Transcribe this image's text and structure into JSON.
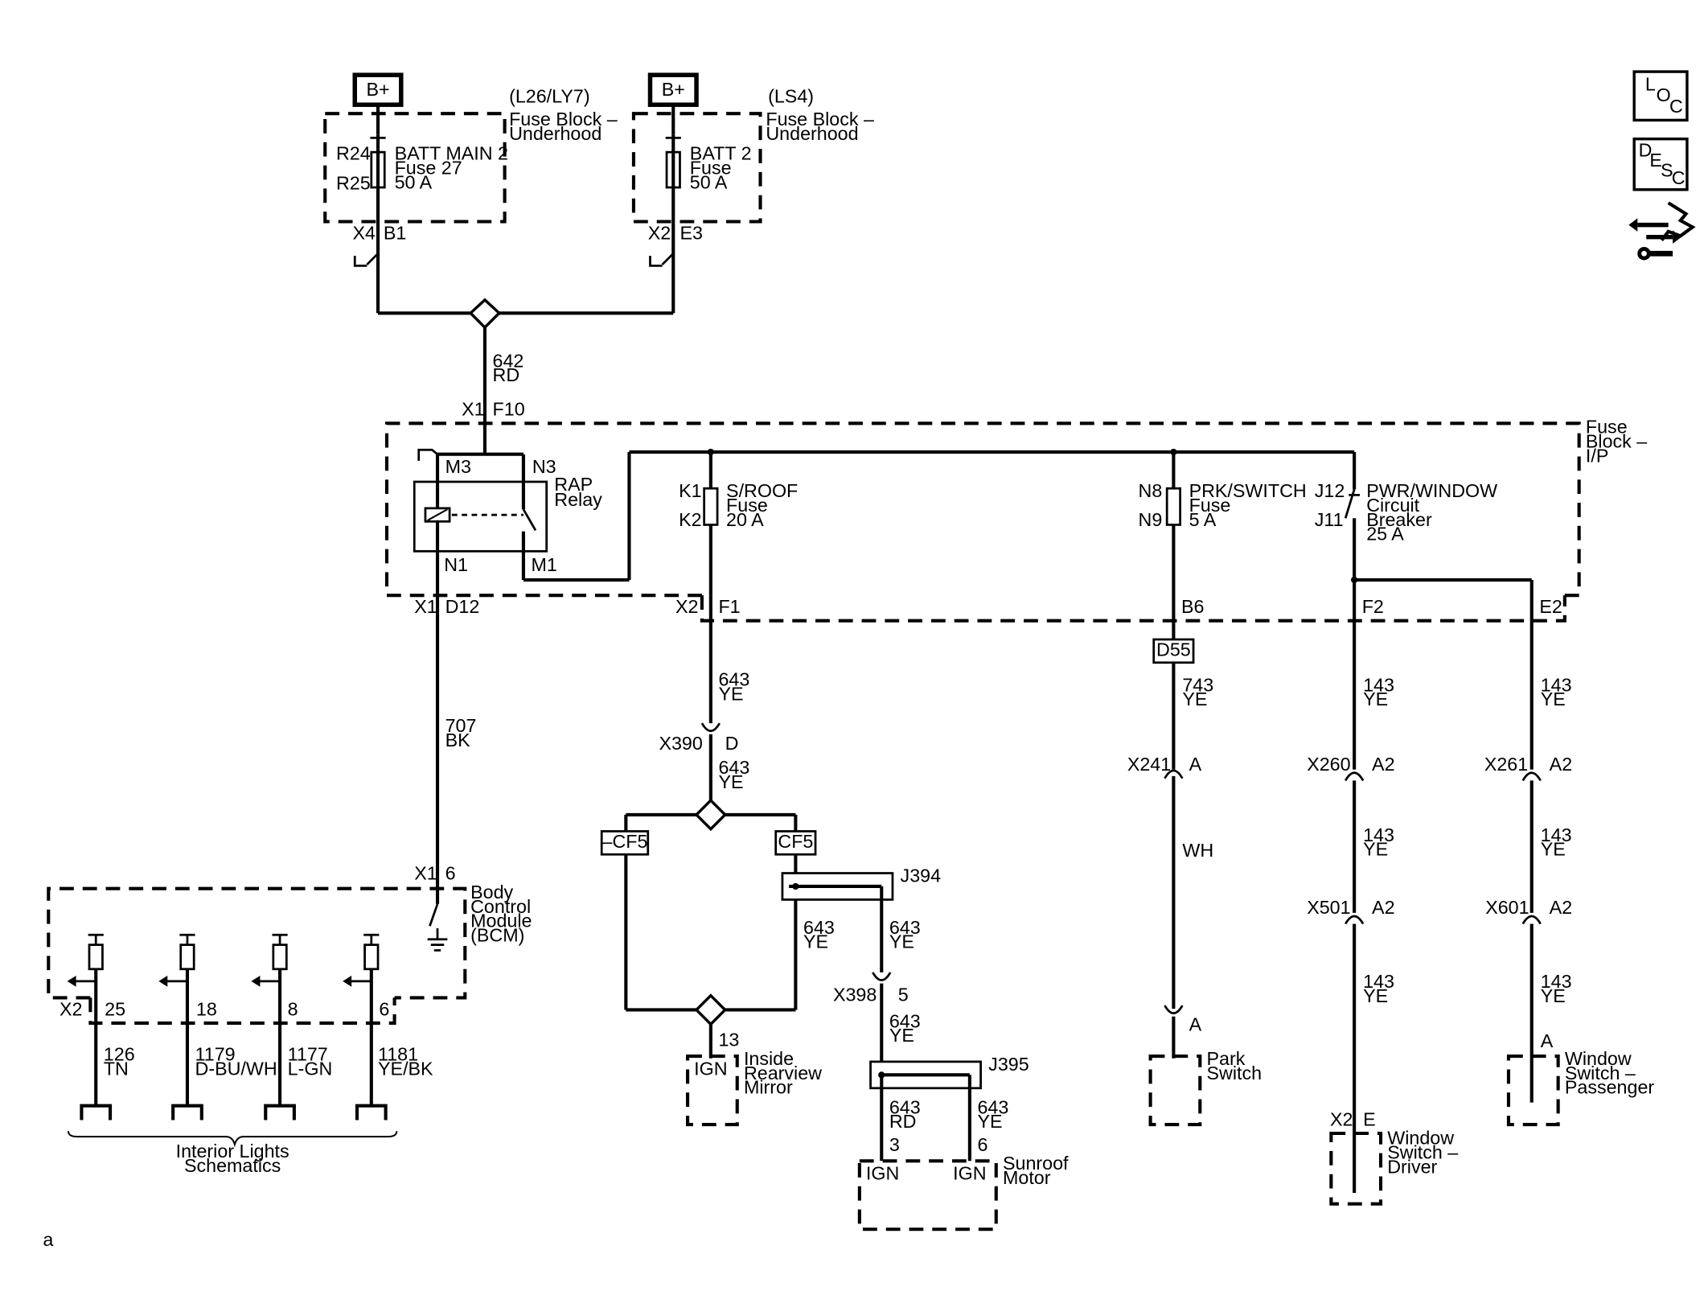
{
  "battery": {
    "label": "B+"
  },
  "fuse_block_underhood_l26": {
    "engine_option": "(L26/LY7)",
    "name_line1": "Fuse Block –",
    "name_line2": "Underhood",
    "term_top": "R24",
    "term_bottom": "R25",
    "fuse_line1": "BATT MAIN 2",
    "fuse_line2": "Fuse 27",
    "fuse_line3": "50 A",
    "connector": "X4",
    "pin": "B1"
  },
  "fuse_block_underhood_ls4": {
    "engine_option": "(LS4)",
    "name_line1": "Fuse Block –",
    "name_line2": "Underhood",
    "fuse_line1": "BATT 2",
    "fuse_line2": "Fuse",
    "fuse_line3": "50 A",
    "connector": "X2",
    "pin": "E3"
  },
  "feed_wire": {
    "circuit": "642",
    "color": "RD",
    "connector": "X1",
    "pin": "F10"
  },
  "fuse_block_ip": {
    "name_line1": "Fuse",
    "name_line2": "Block –",
    "name_line3": "I/P",
    "relay": {
      "pin_m3": "M3",
      "pin_n3": "N3",
      "pin_n1": "N1",
      "pin_m1": "M1",
      "name_line1": "RAP",
      "name_line2": "Relay"
    },
    "sroof_fuse": {
      "term_top": "K1",
      "term_bottom": "K2",
      "line1": "S/ROOF",
      "line2": "Fuse",
      "line3": "20 A"
    },
    "prk_fuse": {
      "term_top": "N8",
      "term_bottom": "N9",
      "line1": "PRK/SWITCH",
      "line2": "Fuse",
      "line3": "5 A"
    },
    "pwr_breaker": {
      "term_top": "J12",
      "term_bottom": "J11",
      "line1": "PWR/WINDOW",
      "line2": "Circuit",
      "line3": "Breaker",
      "line4": "25 A"
    },
    "bottom_pins": {
      "x1": "X1",
      "d12": "D12",
      "x2": "X2",
      "f1": "F1",
      "b6": "B6",
      "f2": "F2",
      "e2": "E2"
    }
  },
  "ground_wire": {
    "circuit": "707",
    "color": "BK"
  },
  "bcm": {
    "connector": "X1",
    "pin": "6",
    "name_line1": "Body",
    "name_line2": "Control",
    "name_line3": "Module",
    "name_line4": "(BCM)",
    "x2": "X2",
    "outputs": [
      {
        "pin": "25",
        "circuit": "126",
        "color": "TN"
      },
      {
        "pin": "18",
        "circuit": "1179",
        "color": "D-BU/WH"
      },
      {
        "pin": "8",
        "circuit": "1177",
        "color": "L-GN"
      },
      {
        "pin": "6",
        "circuit": "1181",
        "color": "YE/BK"
      }
    ],
    "brace_line1": "Interior Lights",
    "brace_line2": "Schematics"
  },
  "sunroof_branch": {
    "w1_circuit": "643",
    "w1_color": "YE",
    "x390": "X390",
    "x390_pin": "D",
    "w2_circuit": "643",
    "w2_color": "YE",
    "option_minus": "–CF5",
    "option_plus": "CF5",
    "splice1": "J394",
    "w3_circuit": "643",
    "w3_color": "YE",
    "w4_circuit": "643",
    "w4_color": "YE",
    "mirror_pin": "13",
    "mirror_ign": "IGN",
    "mirror_line1": "Inside",
    "mirror_line2": "Rearview",
    "mirror_line3": "Mirror",
    "x398": "X398",
    "x398_pin": "5",
    "w5_circuit": "643",
    "w5_color": "YE",
    "splice2": "J395",
    "w6_circuit": "643",
    "w6_color": "RD",
    "w7_circuit": "643",
    "w7_color": "YE",
    "motor_pin3": "3",
    "motor_pin6": "6",
    "motor_ign1": "IGN",
    "motor_ign2": "IGN",
    "motor_line1": "Sunroof",
    "motor_line2": "Motor"
  },
  "park_branch": {
    "option": "D55",
    "w1_circuit": "743",
    "w1_color": "YE",
    "x241": "X241",
    "x241_pin": "A",
    "w2_color": "WH",
    "switch_pin": "A",
    "switch_line1": "Park",
    "switch_line2": "Switch"
  },
  "driver_branch": {
    "w1_circuit": "143",
    "w1_color": "YE",
    "x260": "X260",
    "x260_pin": "A2",
    "w2_circuit": "143",
    "w2_color": "YE",
    "x501": "X501",
    "x501_pin": "A2",
    "w3_circuit": "143",
    "w3_color": "YE",
    "switch_conn": "X2",
    "switch_pin": "E",
    "switch_line1": "Window",
    "switch_line2": "Switch –",
    "switch_line3": "Driver"
  },
  "passenger_branch": {
    "w1_circuit": "143",
    "w1_color": "YE",
    "x261": "X261",
    "x261_pin": "A2",
    "w2_circuit": "143",
    "w2_color": "YE",
    "x601": "X601",
    "x601_pin": "A2",
    "w3_circuit": "143",
    "w3_color": "YE",
    "switch_pin": "A",
    "switch_line1": "Window",
    "switch_line2": "Switch –",
    "switch_line3": "Passenger"
  },
  "sidebar": {
    "loc_top": "L",
    "loc_mid": "O",
    "loc_bot": "C",
    "desc_top": "D",
    "desc_mid": "E",
    "desc_s": "S",
    "desc_bot": "C"
  },
  "footer_mark": "a"
}
